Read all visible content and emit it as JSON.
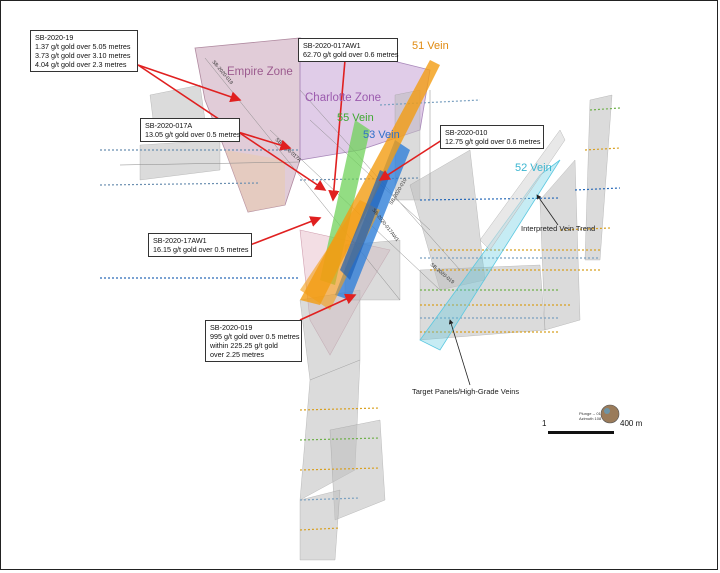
{
  "callouts": {
    "sb2020_19": {
      "hole": "SB-2020-19",
      "lines": [
        "1.37 g/t gold over 5.05 metres",
        "3.73 g/t gold over 3.10 metres",
        "4.04 g/t gold over 2.3 metres"
      ]
    },
    "sb2020_017a": {
      "hole": "SB-2020-017A",
      "lines": [
        "13.05 g/t gold over 0.5 metres"
      ]
    },
    "sb2020_17aw1": {
      "hole": "SB-2020-17AW1",
      "lines": [
        "16.15 g/t gold over 0.5 metres"
      ]
    },
    "sb2020_017aw1": {
      "hole": "SB-2020-017AW1",
      "lines": [
        "62.70 g/t gold over 0.6 metres"
      ]
    },
    "sb2020_010": {
      "hole": "SB-2020-010",
      "lines": [
        "12.75 g/t gold over 0.6 metres"
      ]
    },
    "sb2020_019": {
      "hole": "SB-2020-019",
      "lines": [
        "995 g/t gold over 0.5 metres",
        "within  225.25 g/t gold",
        "over 2.25 metres"
      ]
    }
  },
  "zones": {
    "empire": "Empire Zone",
    "charlotte": "Charlotte Zone"
  },
  "veins": {
    "v51": "51 Vein",
    "v55": "55 Vein",
    "v53": "53 Vein",
    "v52": "52 Vein"
  },
  "annotations": {
    "interpreted_trend": "Interpreted Vein Trend",
    "target_panels": "Target Panels/High-Grade Veins"
  },
  "hole_traces": [
    "SB-2020-019",
    "SB-2020-017A",
    "SB-2020-017AW1",
    "SB-2020-010",
    "SB-2020-019"
  ],
  "scale": {
    "start": "1",
    "end": "400 m",
    "plunge": "Plunge -- 01",
    "azimuth": "Azimuth 108"
  },
  "colors": {
    "empire_zone": "#c9a3b8",
    "charlotte_zone": "#c7a3d6",
    "vein51": "#f39c12",
    "vein55": "#6fd15a",
    "vein53": "#2f7fd8",
    "vein52": "#5bc8e0",
    "arrow": "#e02020"
  }
}
